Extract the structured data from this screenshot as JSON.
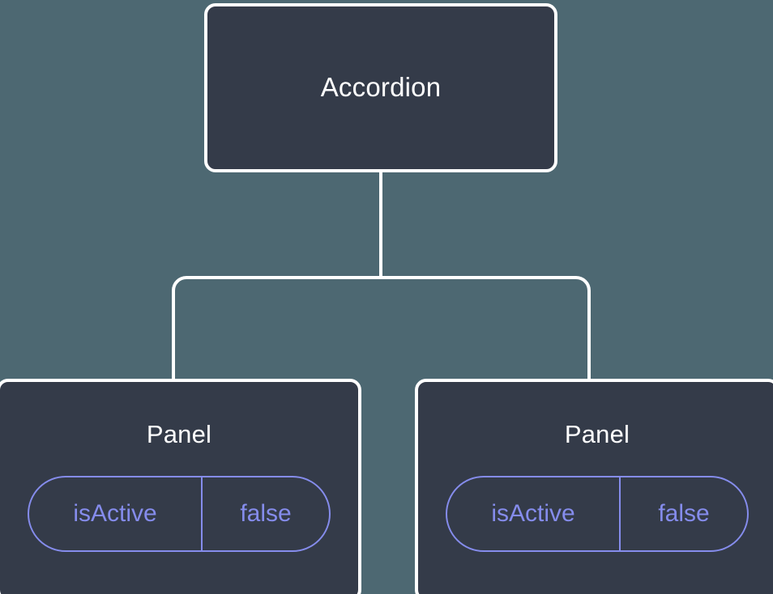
{
  "diagram": {
    "type": "component-tree",
    "background_color": "#4d6872",
    "node_fill_color": "#343b49",
    "node_border_color": "#ffffff",
    "edge_color": "#ffffff",
    "state_accent_color": "#858cec",
    "root": {
      "label": "Accordion"
    },
    "children": [
      {
        "label": "Panel",
        "state": {
          "key": "isActive",
          "value": "false"
        }
      },
      {
        "label": "Panel",
        "state": {
          "key": "isActive",
          "value": "false"
        }
      }
    ]
  }
}
